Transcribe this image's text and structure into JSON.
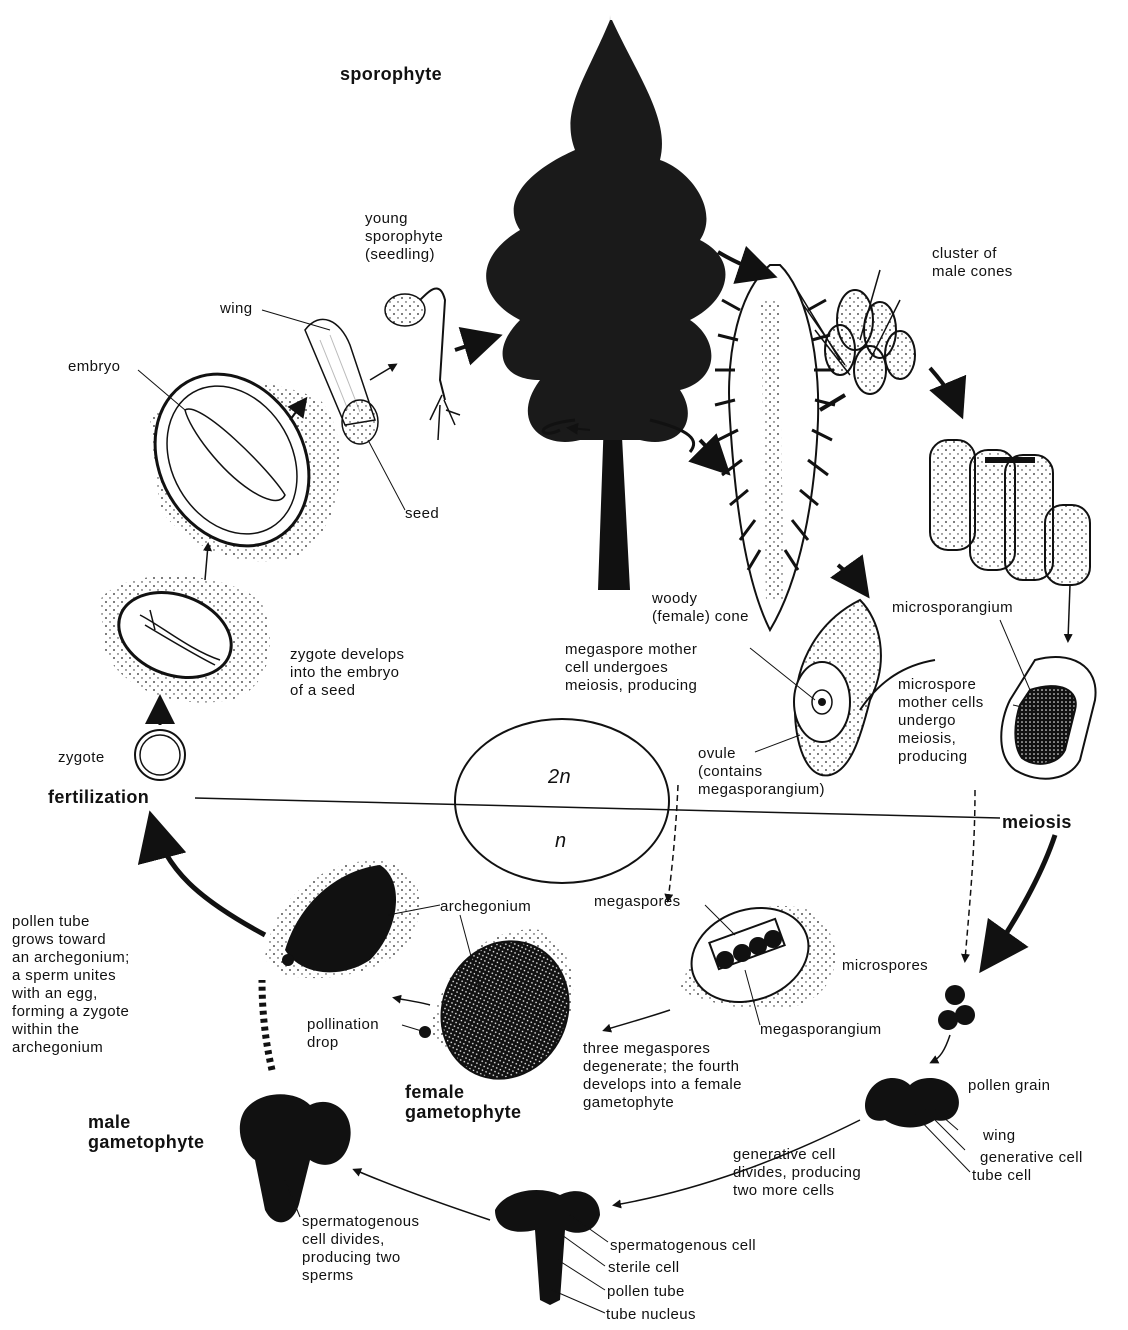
{
  "labels": {
    "sporophyte": "sporophyte",
    "young_sporophyte": "young\nsporophyte\n(seedling)",
    "cluster_male_cones": "cluster of\nmale cones",
    "wing_top": "wing",
    "embryo": "embryo",
    "seed": "seed",
    "woody_cone": "woody\n(female) cone",
    "microsporangium": "microsporangium",
    "zygote_develops": "zygote develops\ninto the embryo\nof a seed",
    "megaspore_mother": "megaspore mother\ncell undergoes\nmeiosis, producing",
    "microspore_mother": "microspore\nmother cells\nundergo\nmeiosis,\nproducing",
    "zygote": "zygote",
    "ovule": "ovule\n(contains\nmegasporangium)",
    "ploidy_2n": "2n",
    "ploidy_n": "n",
    "fertilization": "fertilization",
    "meiosis": "meiosis",
    "archegonium": "archegonium",
    "megaspores": "megaspores",
    "pollen_tube_grows": "pollen tube\ngrows toward\nan archegonium;\na sperm unites\nwith an egg,\nforming a zygote\nwithin the\narchegonium",
    "microspores": "microspores",
    "pollination_drop": "pollination\ndrop",
    "megasporangium": "megasporangium",
    "three_megaspores": "three megaspores\ndegenerate; the fourth\ndevelops into a female\ngametophyte",
    "pollen_grain": "pollen grain",
    "female_gametophyte": "female\ngametophyte",
    "wing_bottom": "wing",
    "generative_cell": "generative cell",
    "tube_cell": "tube cell",
    "male_gametophyte": "male\ngametophyte",
    "generative_divides": "generative cell\ndivides, producing\ntwo more cells",
    "spermatogenous_divides": "spermatogenous\ncell divides,\nproducing two\nsperms",
    "spermatogenous_cell": "spermatogenous cell",
    "sterile_cell": "sterile cell",
    "pollen_tube": "pollen tube",
    "tube_nucleus": "tube nucleus"
  }
}
